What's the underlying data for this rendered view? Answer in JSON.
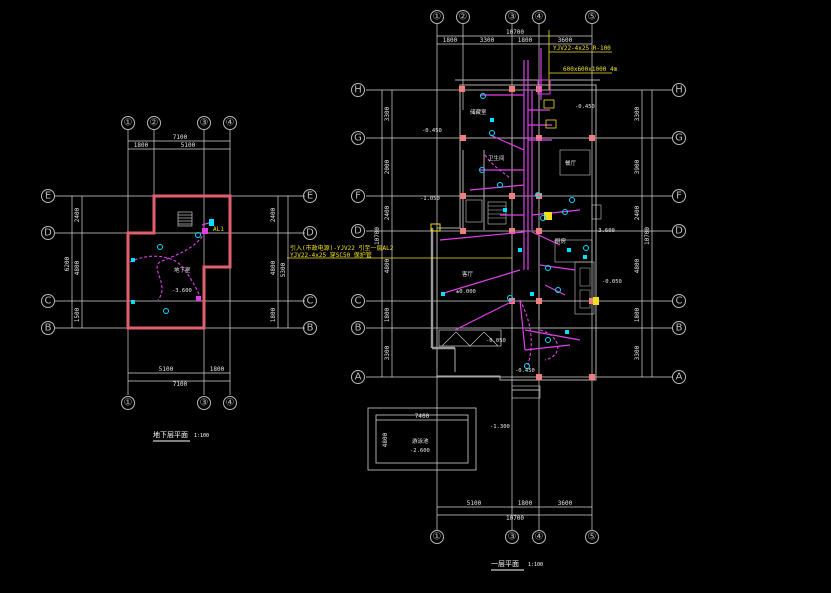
{
  "basement": {
    "top_axes": [
      "①",
      "②",
      "③",
      "④"
    ],
    "bottom_axes": [
      "①",
      "③",
      "④"
    ],
    "row_axes": [
      "E",
      "D",
      "C",
      "B"
    ],
    "dim_top_total": "7100",
    "dim_top_parts": [
      "1800",
      "5100"
    ],
    "dim_bottom_parts": [
      "5100",
      "1800"
    ],
    "dim_bottom_total": "7100",
    "dim_left_parts": [
      "2400",
      "4800",
      "1500"
    ],
    "dim_left_total": "6200",
    "dim_right_parts": [
      "2400",
      "4800",
      "1800"
    ],
    "dim_right_total": "5300",
    "room_label": "地下室",
    "level_label": "-3.600",
    "panel_tag": "AL1",
    "title": "地下层平面",
    "scale": "1:100"
  },
  "first_floor": {
    "top_axes": [
      "①",
      "②",
      "③",
      "④",
      "⑤"
    ],
    "bottom_axes": [
      "①",
      "③",
      "④",
      "⑤"
    ],
    "row_axes": [
      "H",
      "G",
      "F",
      "D",
      "C",
      "B",
      "A"
    ],
    "dim_top_total": "10700",
    "dim_top_parts": [
      "1800",
      "3300",
      "1800",
      "3600"
    ],
    "dim_bottom_parts": [
      "5100",
      "1800",
      "3600"
    ],
    "dim_bottom_total": "10700",
    "dim_left_parts": [
      "3300",
      "2000",
      "2400",
      "4800",
      "1800",
      "3300"
    ],
    "dim_left_total": "10700",
    "dim_right_parts": [
      "3300",
      "3900",
      "2400",
      "4800",
      "1800",
      "3300"
    ],
    "dim_right_total": "10700",
    "cable_label": "YJV22-4x25 R-100",
    "box_label": "600x600x1000 4m",
    "incoming_note_1": "引入(市政电源)-YJV22 引至一层AL2",
    "incoming_note_2": "YJV22-4x25 穿SC50 保护管",
    "levels": [
      "-0.450",
      "-0.450",
      "-1.050",
      "±0.000",
      "-0.050",
      "-0.450",
      "-1.300",
      "-3.600",
      "-0.050"
    ],
    "level_pool": "-2.600",
    "pool_dim_w": "7400",
    "pool_dim_h": "4800",
    "pool_label": "游泳池",
    "room_tags": [
      "卫生间",
      "客厅",
      "厨房",
      "餐厅",
      "储藏室"
    ],
    "title": "一层平面",
    "scale": "1:100"
  }
}
